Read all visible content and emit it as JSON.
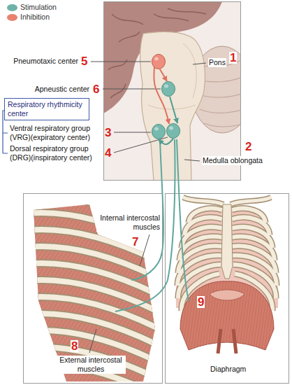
{
  "diagram": {
    "nodes": [
      {
        "text": [
          "Pneumotaxic center"
        ]
      },
      {
        "text": [
          "Apneustic center"
        ]
      },
      {
        "text": [
          "Respiratory rhythmicity center"
        ]
      },
      {
        "text": [
          "Ventral respiratory group (VRG)(expiratory center)"
        ]
      },
      {
        "text": [
          "Dorsal respiratory group (DRG)(inspiratory center)"
        ]
      }
    ],
    "edges": [
      {
        "from": 0,
        "to": 1,
        "arrow": "to"
      },
      {
        "from": 0,
        "to": 4,
        "arrow": "to"
      },
      {
        "from": 1,
        "to": 4,
        "arrow": "to"
      },
      {
        "from": 4,
        "to": 3,
        "arrow": "to"
      }
    ],
    "labels": [
      "Pons",
      "1",
      "Medulla oblongata",
      "2",
      "5",
      "6",
      "3",
      "4",
      "Internal intercostal muscles",
      "7",
      "External intercostal muscles",
      "8",
      "Diaphragm",
      "9"
    ],
    "legend": [
      {
        "text": "Stimulation",
        "color": "#6fb3a8"
      },
      {
        "text": "Inhibition",
        "color": "#e8826f"
      }
    ]
  }
}
